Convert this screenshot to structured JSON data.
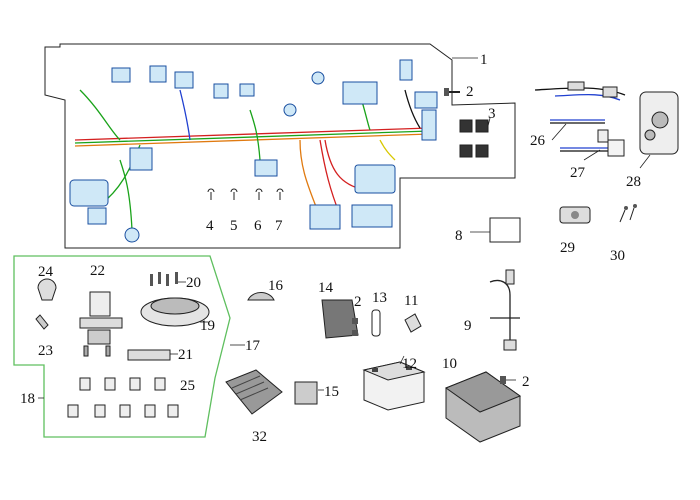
{
  "diagram": {
    "callouts": [
      "1",
      "2",
      "3",
      "4",
      "5",
      "6",
      "7",
      "8",
      "9",
      "10",
      "11",
      "12",
      "13",
      "14",
      "15",
      "16",
      "17",
      "18",
      "19",
      "20",
      "21",
      "22",
      "23",
      "24",
      "25",
      "26",
      "27",
      "28",
      "29",
      "30",
      "32"
    ],
    "callout_extra": {
      "two_b": "2",
      "two_c": "2"
    },
    "colors": {
      "harness_outline": "#222222",
      "wire_green": "#1aa31a",
      "wire_red": "#d42020",
      "wire_orange": "#e07a10",
      "wire_blue": "#2040d0",
      "wire_black": "#111111",
      "wire_yellow": "#d8c800",
      "group_border": "#5fbf5f",
      "connector_fill": "#9fd3f0"
    }
  }
}
